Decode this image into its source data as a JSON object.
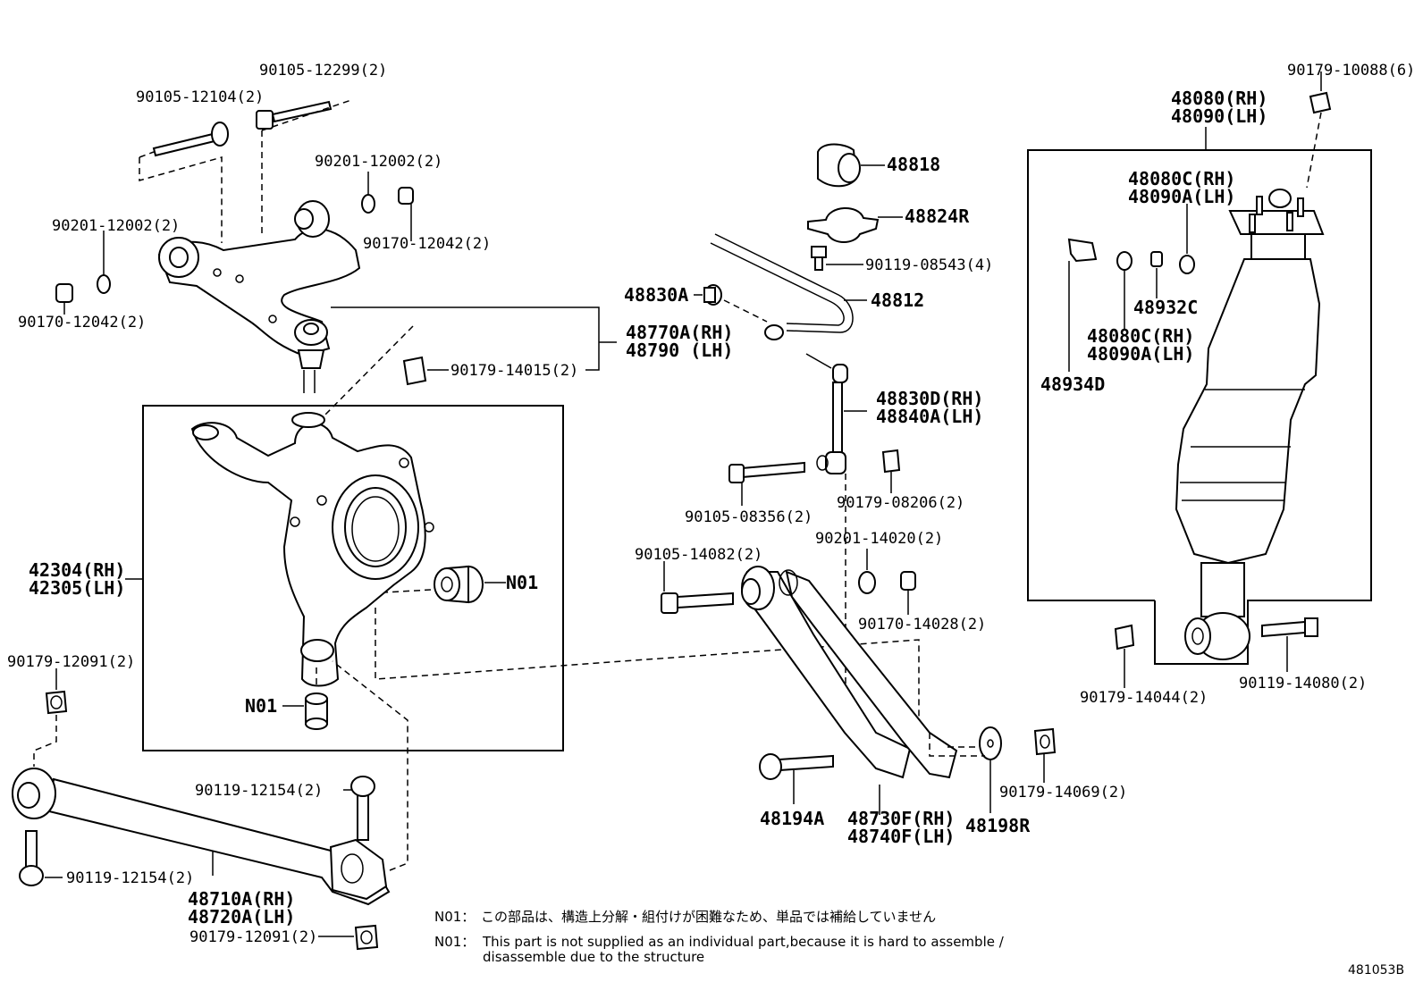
{
  "diagram_id": "481053B",
  "labels": {
    "p90105_12299": "90105-12299(2)",
    "p90105_12104": "90105-12104(2)",
    "p90201_12002_a": "90201-12002(2)",
    "p90170_12042_a": "90170-12042(2)",
    "p90201_12002_b": "90201-12002(2)",
    "p90170_12042_b": "90170-12042(2)",
    "p48770A": "48770A(RH)",
    "p48790": "48790 (LH)",
    "p90179_14015": "90179-14015(2)",
    "p42304": "42304(RH)",
    "p42305": "42305(LH)",
    "n01_a": "N01",
    "n01_b": "N01",
    "p90179_12091_a": "90179-12091(2)",
    "p90119_12154_a": "90119-12154(2)",
    "p90119_12154_b": "90119-12154(2)",
    "p48710A": "48710A(RH)",
    "p48720A": "48720A(LH)",
    "p90179_12091_b": "90179-12091(2)",
    "p48818": "48818",
    "p48824R": "48824R",
    "p90119_08543": "90119-08543(4)",
    "p48830A": "48830A",
    "p48812": "48812",
    "p48830D": "48830D(RH)",
    "p48840A": "48840A(LH)",
    "p90105_08356": "90105-08356(2)",
    "p90179_08206": "90179-08206(2)",
    "p90105_14082": "90105-14082(2)",
    "p90201_14020": "90201-14020(2)",
    "p90170_14028": "90170-14028(2)",
    "p48194A": "48194A",
    "p48730F": "48730F(RH)",
    "p48740F": "48740F(LH)",
    "p48198R": "48198R",
    "p90179_14069": "90179-14069(2)",
    "p90179_10088": "90179-10088(6)",
    "p48080": "48080(RH)",
    "p48090": "48090(LH)",
    "p48080C_a": "48080C(RH)",
    "p48090A_a": "48090A(LH)",
    "p48932C": "48932C",
    "p48080C_b": "48080C(RH)",
    "p48090A_b": "48090A(LH)",
    "p48934D": "48934D",
    "p90179_14044": "90179-14044(2)",
    "p90119_14080": "90119-14080(2)"
  },
  "notes": {
    "jp_prefix": "N01：",
    "jp_text": "この部品は、構造上分解・組付けが困難なため、単品では補給していません",
    "en_prefix": "N01：",
    "en_text": "This part is not supplied as an individual part,because it is hard to assemble /",
    "en_text2": "disassemble due to the structure"
  }
}
